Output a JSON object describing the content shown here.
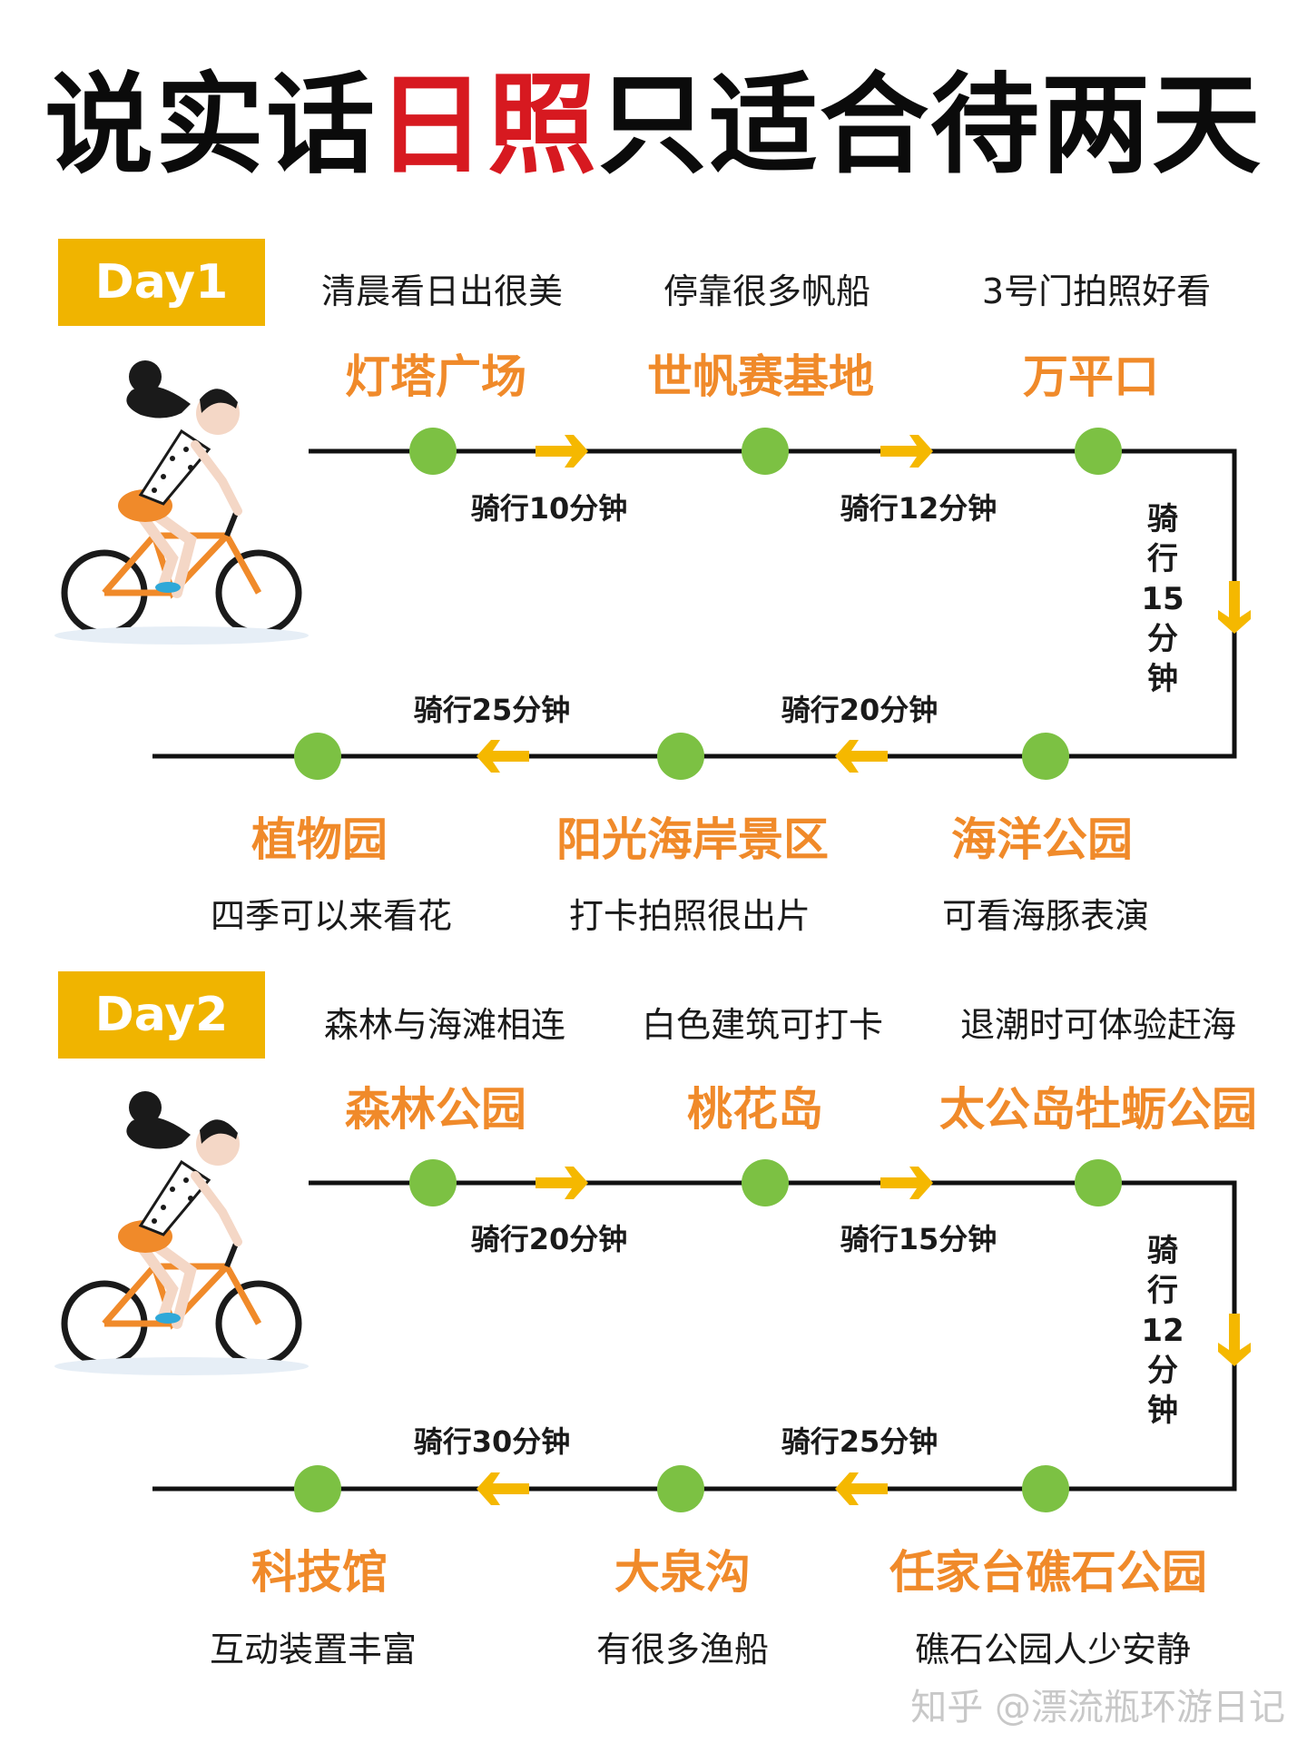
{
  "title": {
    "pre": "说实话",
    "highlight": "日照",
    "post": "只适合待两天"
  },
  "day1": {
    "label": "Day1",
    "top_notes": [
      "清晨看日出很美",
      "停靠很多帆船",
      "3号门拍照好看"
    ],
    "top_places": [
      "灯塔广场",
      "世帆赛基地",
      "万平口"
    ],
    "top_rides": [
      "骑行10分钟",
      "骑行12分钟"
    ],
    "side_ride": [
      "骑",
      "行",
      "15",
      "分",
      "钟"
    ],
    "bottom_rides": [
      "骑行25分钟",
      "骑行20分钟"
    ],
    "bottom_places": [
      "植物园",
      "阳光海岸景区",
      "海洋公园"
    ],
    "bottom_notes": [
      "四季可以来看花",
      "打卡拍照很出片",
      "可看海豚表演"
    ]
  },
  "day2": {
    "label": "Day2",
    "top_notes": [
      "森林与海滩相连",
      "白色建筑可打卡",
      "退潮时可体验赶海"
    ],
    "top_places": [
      "森林公园",
      "桃花岛",
      "太公岛牡蛎公园"
    ],
    "top_rides": [
      "骑行20分钟",
      "骑行15分钟"
    ],
    "side_ride": [
      "骑",
      "行",
      "12",
      "分",
      "钟"
    ],
    "bottom_rides": [
      "骑行30分钟",
      "骑行25分钟"
    ],
    "bottom_places": [
      "科技馆",
      "大泉沟",
      "任家台礁石公园"
    ],
    "bottom_notes": [
      "互动装置丰富",
      "有很多渔船",
      "礁石公园人少安静"
    ]
  },
  "watermark": "知乎 @漂流瓶环游日记",
  "colors": {
    "title": "#0b0b0b",
    "title_highlight": "#d71920",
    "day_tag": "#f0b400",
    "place": "#f08a2a",
    "stop_dot": "#7cc143",
    "arrow": "#f5b800",
    "route_line": "#111111"
  },
  "icons": [
    "cyclist-illustration",
    "green-stop-dot",
    "yellow-arrow"
  ]
}
